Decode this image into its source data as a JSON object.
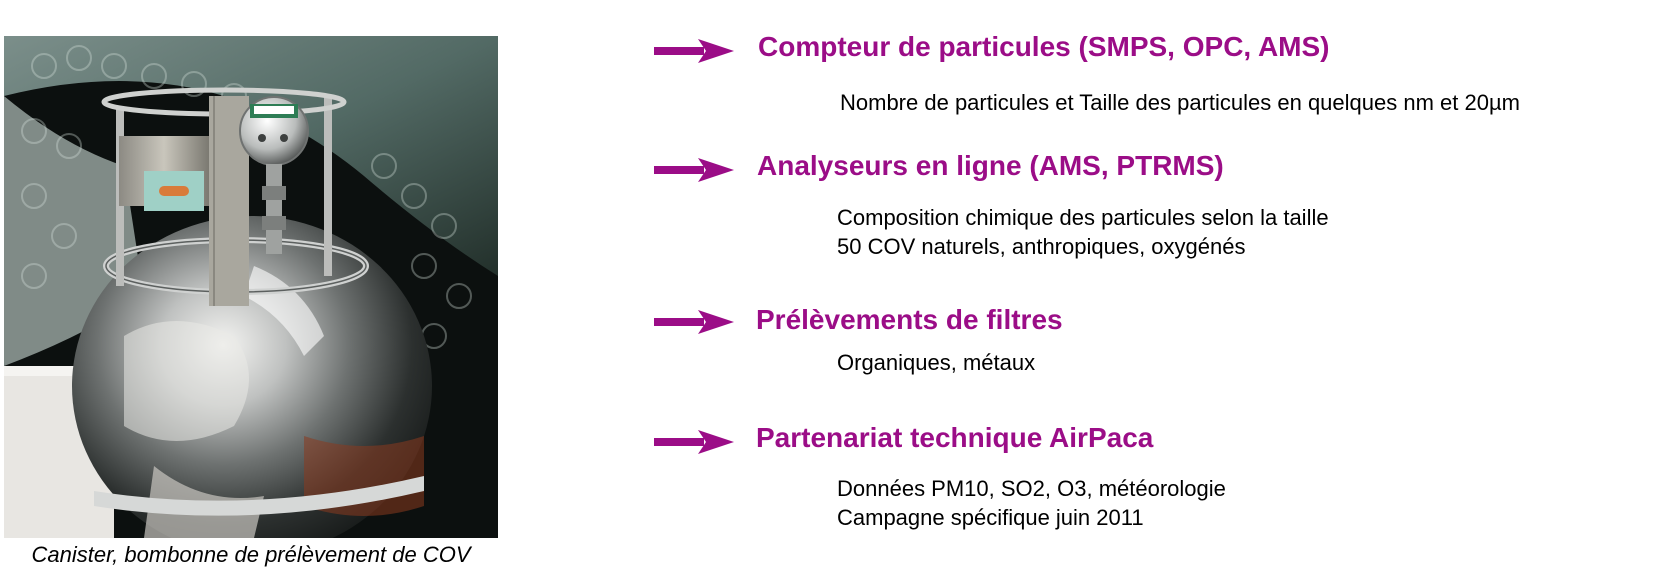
{
  "accent_color": "#9b0d87",
  "photo": {
    "alt": "Canister metallic sphere with pressure gauge",
    "caption": "Canister, bombonne de prélèvement de COV"
  },
  "sections": [
    {
      "heading": "Compteur de particules (SMPS, OPC, AMS)",
      "lines": [
        "Nombre de particules et Taille des particules en quelques nm et 20µm"
      ]
    },
    {
      "heading": "Analyseurs en ligne (AMS, PTRMS)",
      "lines": [
        "Composition chimique des particules selon la taille",
        "50 COV naturels, anthropiques, oxygénés"
      ]
    },
    {
      "heading": "Prélèvements de filtres",
      "lines": [
        "Organiques, métaux"
      ]
    },
    {
      "heading": "Partenariat technique AirPaca",
      "lines": [
        "Données PM10, SO2, O3, météorologie",
        "Campagne spécifique juin 2011"
      ]
    }
  ]
}
